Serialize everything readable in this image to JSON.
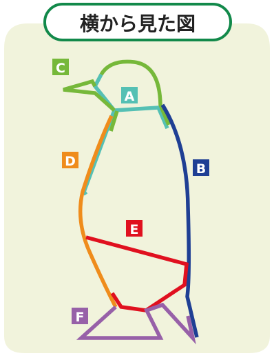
{
  "title": "横から見た図",
  "colors": {
    "background": "#f1f3dc",
    "title_border": "#12894a",
    "title_fill": "#ffffff",
    "title_text": "#222222",
    "label_text": "#ffffff"
  },
  "segments": [
    {
      "id": "A",
      "label": "A",
      "color": "#55c0b4"
    },
    {
      "id": "B",
      "label": "B",
      "color": "#1f3f94"
    },
    {
      "id": "C",
      "label": "C",
      "color": "#76b83a"
    },
    {
      "id": "D",
      "label": "D",
      "color": "#ef8c1c"
    },
    {
      "id": "E",
      "label": "E",
      "color": "#e0101f"
    },
    {
      "id": "F",
      "label": "F",
      "color": "#9760a8"
    }
  ]
}
